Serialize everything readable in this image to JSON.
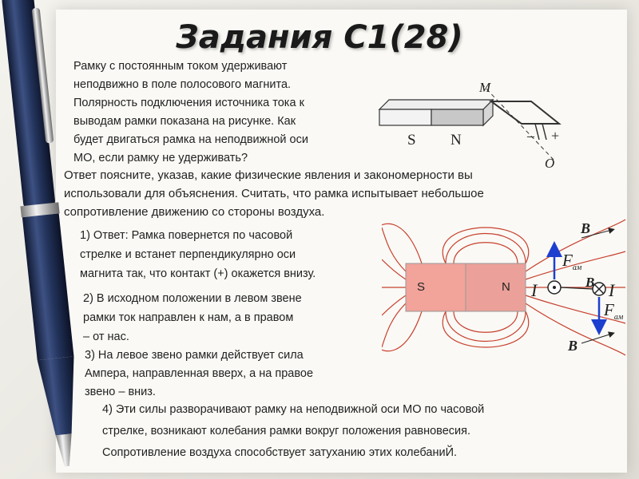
{
  "title": "Задания С1(28)",
  "problem": {
    "lines": [
      "Рамку с постоянным током удерживают",
      "неподвижно в поле полосового магнита.",
      "Полярность подключения источника тока к",
      "выводам рамки показана на рисунке. Как",
      "будет двигаться рамка на неподвижной оси",
      "МО, если рамку не удерживать?"
    ],
    "instruction": [
      "Ответ поясните, указав, какие физические явления и закономерности вы",
      "использовали для объяснения. Считать, что рамка испытывает небольшое",
      "сопротивление движению со стороны воздуха."
    ]
  },
  "figure1": {
    "label_s": "S",
    "label_n": "N",
    "label_m": "M",
    "label_o": "O",
    "minus": "–",
    "plus": "+"
  },
  "answers": {
    "a1": [
      "1) Ответ: Рамка повернется по часовой",
      "стрелке и встанет перпендикулярно оси",
      "магнита так, что контакт (+) окажется внизу."
    ],
    "a2": [
      "2) В исходном положении в левом звене",
      "рамки ток направлен к нам, а в правом",
      "– от нас."
    ],
    "a3": [
      "3) На левое звено рамки действует сила",
      "Ампера, направленная вверх, а на правое",
      "звено – вниз."
    ],
    "a4": [
      "4) Эти силы разворачивают рамку на неподвижной оси МО по часовой",
      "стрелке, возникают колебания рамки вокруг положения равновесия.",
      "Сопротивление воздуха способствует затуханию этих колебаниЙ."
    ]
  },
  "figure2": {
    "label_s": "S",
    "label_n": "N",
    "label_b_top": "B",
    "label_b_mid": "B",
    "label_b_bottom": "B",
    "label_i_left": "I",
    "label_i_right": "I",
    "label_f_top": "F",
    "label_f_top_sub": "ам",
    "label_f_bot": "F",
    "label_f_bot_sub": "ам"
  },
  "colors": {
    "field_lines": "#c8412f",
    "magnet": "#f2a39a",
    "pen_body": "#23345c",
    "arrow_blue": "#1c3fd0"
  }
}
